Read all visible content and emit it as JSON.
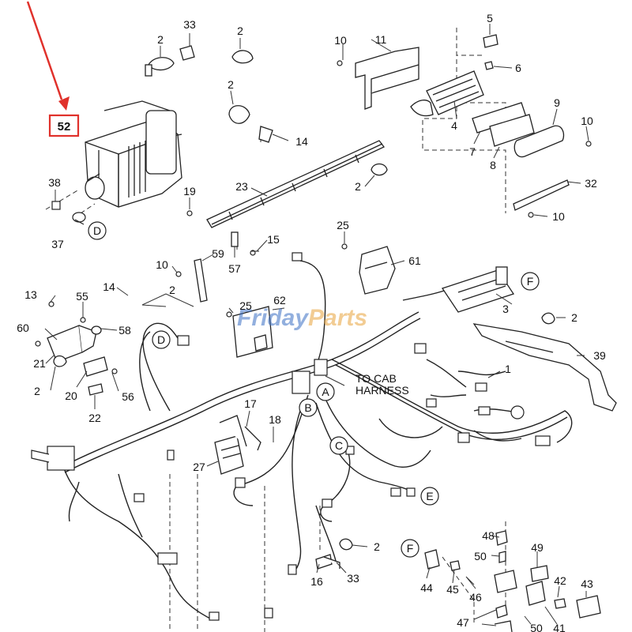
{
  "diagram": {
    "highlighted_part": "52",
    "callout_text": [
      "TO CAB",
      "HARNESS"
    ],
    "watermark": {
      "part1": "Friday",
      "part2": "Parts"
    },
    "circle_labels": {
      "a": "A",
      "b": "B",
      "c": "C",
      "d_top": "D",
      "d_mid": "D",
      "e": "E",
      "f_top": "F",
      "f_bottom": "F"
    },
    "part_labels": {
      "p33_top": "33",
      "p2_a": "2",
      "p2_b": "2",
      "p2_c": "2",
      "p14_top": "14",
      "p5": "5",
      "p10_a": "10",
      "p11": "11",
      "p6": "6",
      "p9": "9",
      "p10_b": "10",
      "p4": "4",
      "p7": "7",
      "p8": "8",
      "p32": "32",
      "p10_c": "10",
      "p38": "38",
      "p37": "37",
      "p19": "19",
      "p23": "23",
      "p2_d": "2",
      "p25_a": "25",
      "p61": "61",
      "p15": "15",
      "p57": "57",
      "p59": "59",
      "p10_d": "10",
      "p13": "13",
      "p55": "55",
      "p14_mid": "14",
      "p2_e": "2",
      "p25_b": "25",
      "p62": "62",
      "p3": "3",
      "p2_f": "2",
      "p60": "60",
      "p58": "58",
      "p21": "21",
      "p39": "39",
      "p2_g": "2",
      "p20": "20",
      "p56": "56",
      "p1": "1",
      "p22": "22",
      "p17": "17",
      "p18": "18",
      "p27": "27",
      "p48": "48",
      "p50_a": "50",
      "p49": "49",
      "p2_h": "2",
      "p16": "16",
      "p33_bot": "33",
      "p44": "44",
      "p45": "45",
      "p46": "46",
      "p42": "42",
      "p43": "43",
      "p47": "47",
      "p50_b": "50",
      "p41": "41"
    },
    "colors": {
      "line": "#222222",
      "highlight": "#e0312b",
      "arrow": "#e0312b",
      "watermark_blue": "#3a6fc4",
      "watermark_gold": "#e8a33c"
    }
  }
}
